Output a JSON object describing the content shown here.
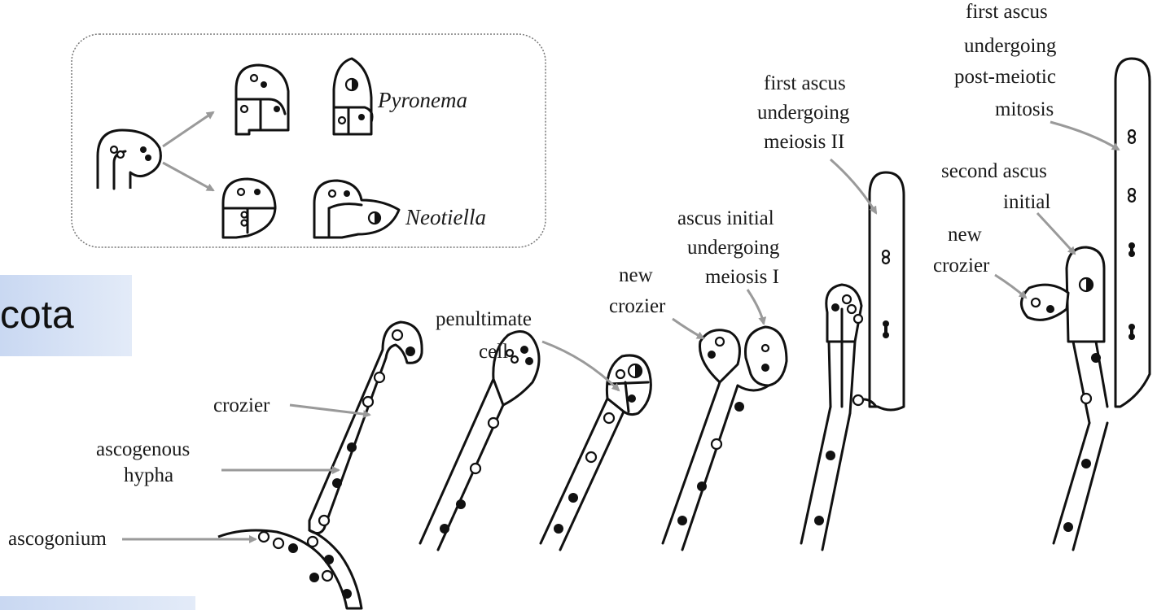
{
  "slide": {
    "partial_title": "cota"
  },
  "inset": {
    "genus_top": "Pyronema",
    "genus_bottom": "Neotiella"
  },
  "labels": {
    "crozier": "crozier",
    "ascogenous_1": "ascogenous",
    "ascogenous_2": "hypha",
    "ascogonium": "ascogonium",
    "penultimate_1": "penultimate",
    "penultimate_2": "cell",
    "new_crozier_a1": "new",
    "new_crozier_a2": "crozier",
    "meiosis1_1": "ascus initial",
    "meiosis1_2": "undergoing",
    "meiosis1_3": "meiosis I",
    "meiosis2_1": "first ascus",
    "meiosis2_2": "undergoing",
    "meiosis2_3": "meiosis II",
    "postmeiotic_1": "first ascus",
    "postmeiotic_2": "undergoing",
    "postmeiotic_3": "post-meiotic",
    "postmeiotic_4": "mitosis",
    "second_1": "second ascus",
    "second_2": "initial",
    "new_crozier_b1": "new",
    "new_crozier_b2": "crozier"
  },
  "colors": {
    "arrow": "#9a9a9a",
    "ink": "#111111",
    "slide_accent": "#c9d8f2"
  }
}
